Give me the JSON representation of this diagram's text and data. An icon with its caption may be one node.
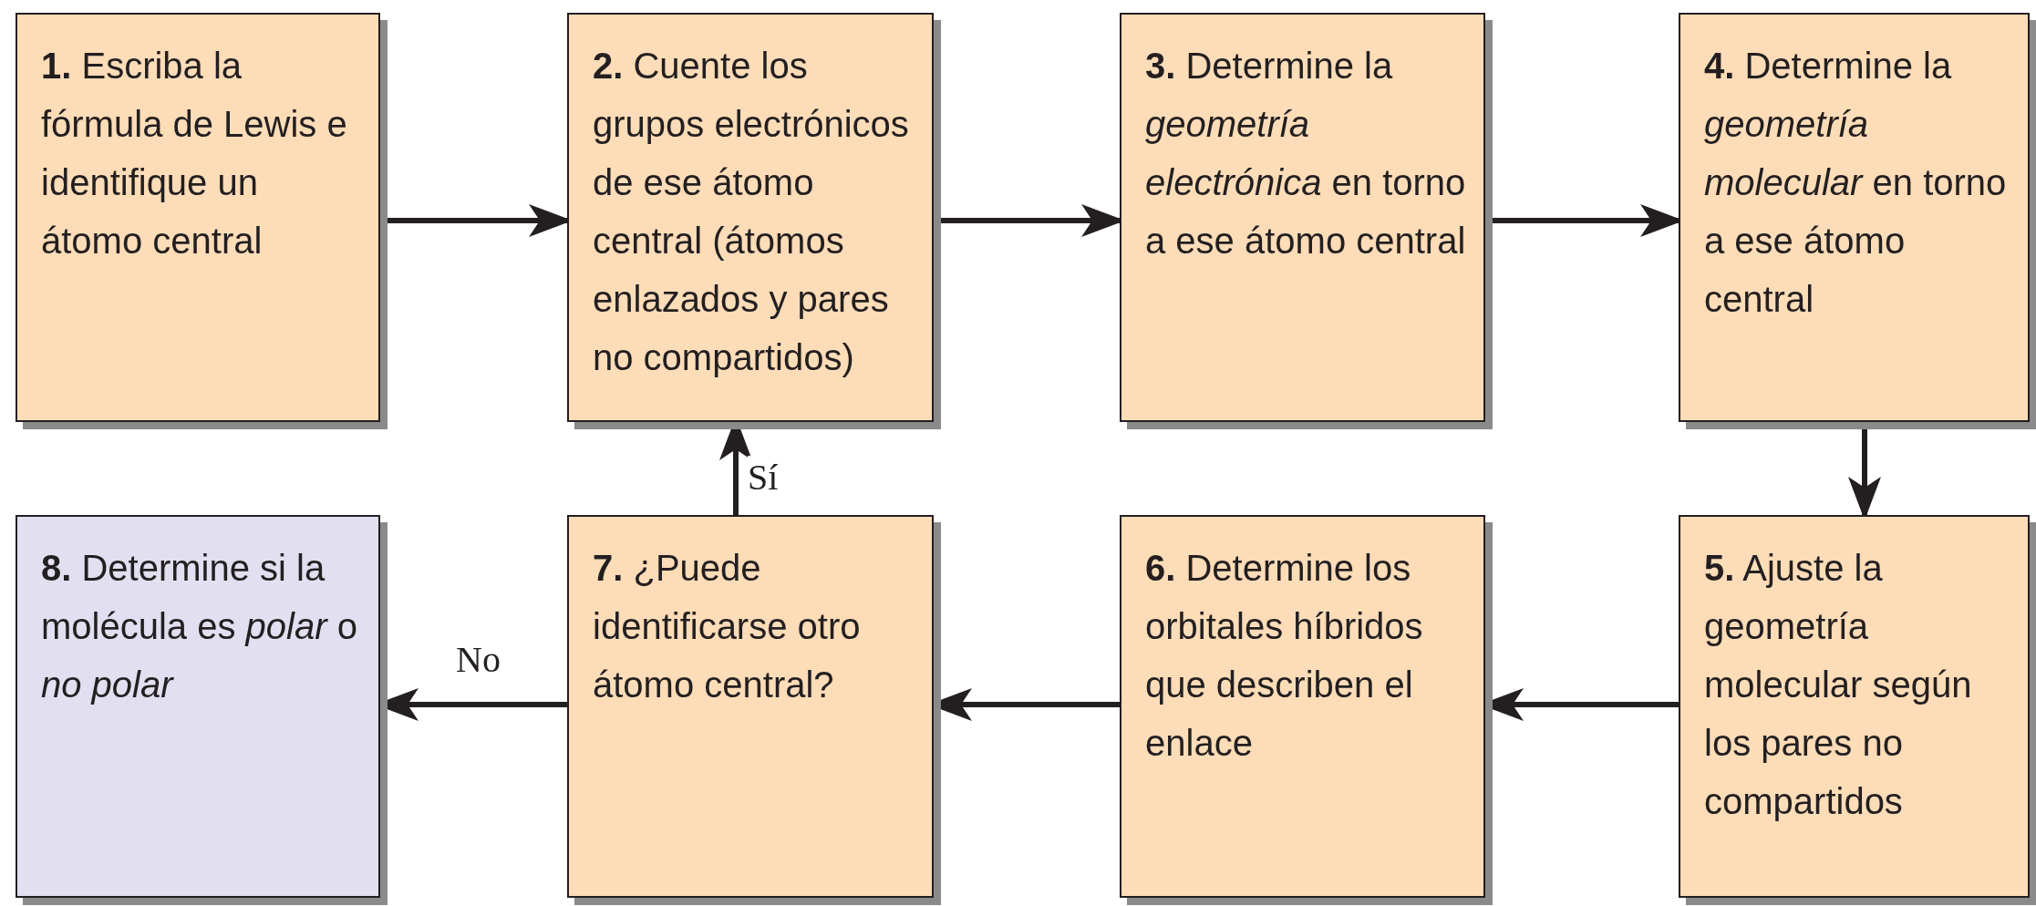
{
  "diagram": {
    "nodes": [
      {
        "text": [
          "**1.** Escriba la fórmula de Lewis e identifique un átomo central"
        ]
      },
      {
        "text": [
          "**2.** Cuente los grupos electrónicos de ese átomo central (átomos enlazados y pares no compartidos)"
        ]
      },
      {
        "text": [
          "**3.** Determine la *geometría electrónica* en torno a ese átomo central"
        ]
      },
      {
        "text": [
          "**4.** Determine la *geometría molecular* en torno a ese átomo central"
        ]
      },
      {
        "text": [
          "**5.** Ajuste la geometría molecular según los pares no compartidos"
        ]
      },
      {
        "text": [
          "**6.** Determine los orbitales híbridos que describen el enlace"
        ]
      },
      {
        "text": [
          "**7.** ¿Puede identificarse otro átomo central?"
        ]
      },
      {
        "text": [
          "**8.** Determine si la molécula es *polar* o *no polar*"
        ]
      }
    ],
    "edges": [
      {
        "from": 0,
        "to": 1,
        "arrow": "to"
      },
      {
        "from": 1,
        "to": 2,
        "arrow": "to"
      },
      {
        "from": 2,
        "to": 3,
        "arrow": "to"
      },
      {
        "from": 3,
        "to": 4,
        "arrow": "to"
      },
      {
        "from": 4,
        "to": 5,
        "arrow": "to"
      },
      {
        "from": 5,
        "to": 6,
        "arrow": "to"
      },
      {
        "from": 6,
        "to": 1,
        "arrow": "to",
        "label": "Sí"
      },
      {
        "from": 6,
        "to": 7,
        "arrow": "to",
        "label": "No"
      }
    ]
  }
}
